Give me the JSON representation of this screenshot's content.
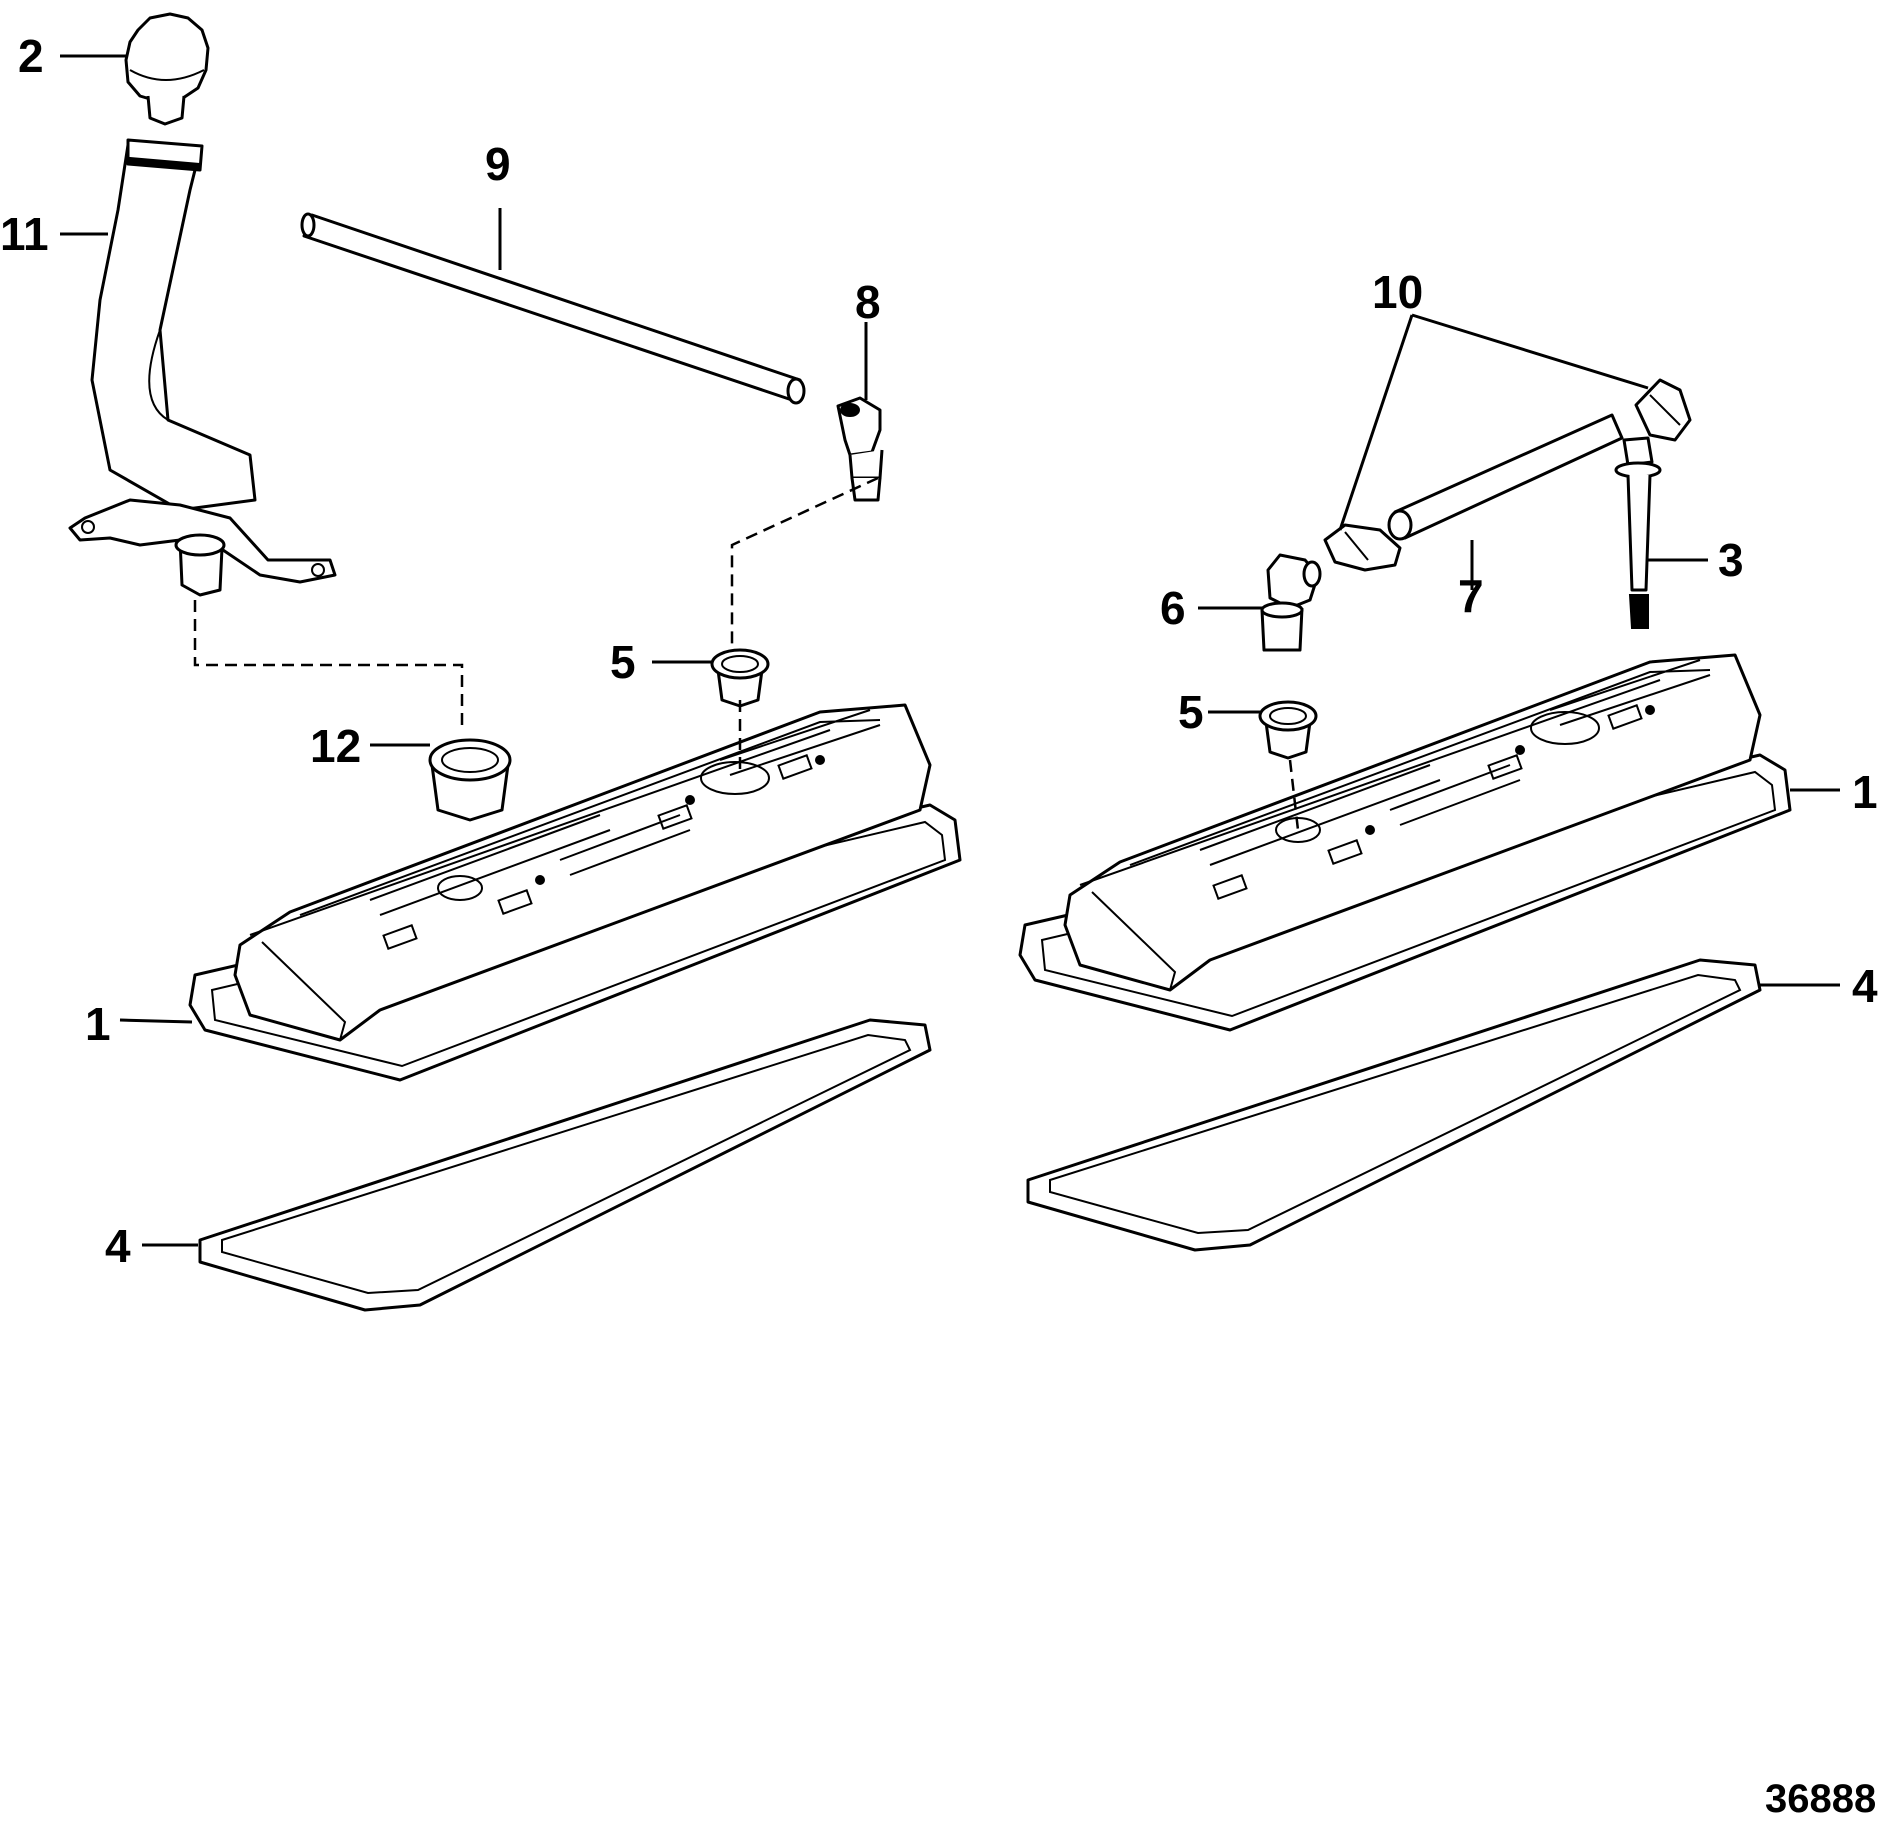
{
  "callouts": {
    "c1_left": "1",
    "c1_right": "1",
    "c2": "2",
    "c3": "3",
    "c4_left": "4",
    "c4_right": "4",
    "c5_left": "5",
    "c5_right": "5",
    "c6": "6",
    "c7": "7",
    "c8": "8",
    "c9": "9",
    "c10": "10",
    "c11": "11",
    "c12": "12"
  },
  "figure_number": "36888"
}
